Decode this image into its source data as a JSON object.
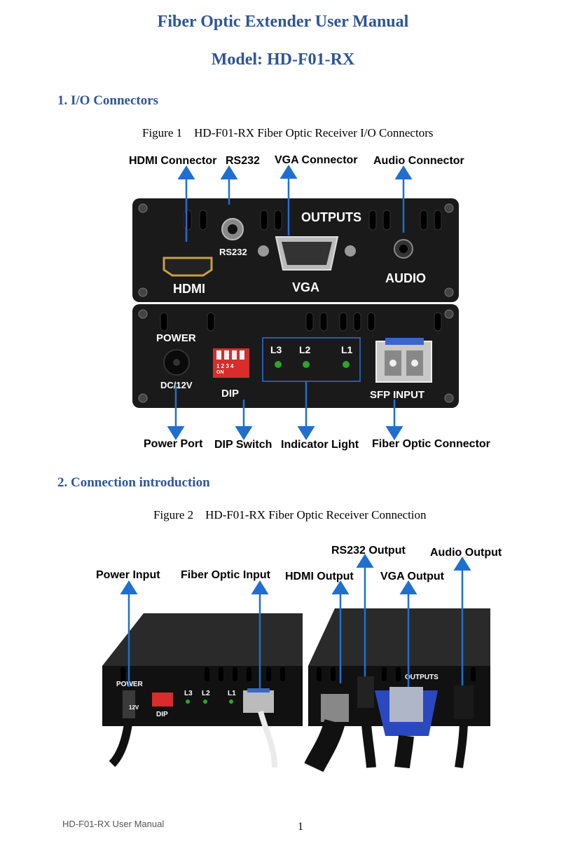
{
  "doc": {
    "title": "Fiber Optic Extender User Manual",
    "model": "Model: HD-F01-RX",
    "section1": "1. I/O Connectors",
    "fig1_caption": "Figure 1    HD-F01-RX Fiber Optic Receiver I/O Connectors",
    "section2": "2. Connection  introduction",
    "fig2_caption": "Figure 2    HD-F01-RX Fiber Optic Receiver Connection",
    "footer": "HD-F01-RX User Manual",
    "page_number": "1"
  },
  "figure1": {
    "top_labels": [
      "HDMI Connector",
      "RS232",
      "VGA Connector",
      "Audio Connector"
    ],
    "bottom_labels": [
      "Power Port",
      "DIP Switch",
      "Indicator Light",
      "Fiber Optic Connector"
    ],
    "panel_text": {
      "outputs": "OUTPUTS",
      "rs232": "RS232",
      "hdmi": "HDMI",
      "vga": "VGA",
      "audio": "AUDIO",
      "power": "POWER",
      "dc": "DC/12V",
      "dip": "DIP",
      "dip_nums": "1 2 3 4",
      "dip_on": "ON",
      "l3": "L3",
      "l2": "L2",
      "l1": "L1",
      "sfp": "SFP INPUT"
    }
  },
  "figure2": {
    "labels": [
      "Power Input",
      "Fiber Optic Input",
      "HDMI Output",
      "RS232 Output",
      "VGA Output",
      "Audio Output"
    ],
    "panel_text": {
      "power": "POWER",
      "dip": "DIP",
      "l3": "L3",
      "l2": "L2",
      "l1": "L1",
      "outputs": "OUTPUTS",
      "v12": "12V"
    }
  },
  "colors": {
    "heading": "#2f5597",
    "arrow": "#1f6fd0",
    "panel": "#1a1a1a"
  }
}
